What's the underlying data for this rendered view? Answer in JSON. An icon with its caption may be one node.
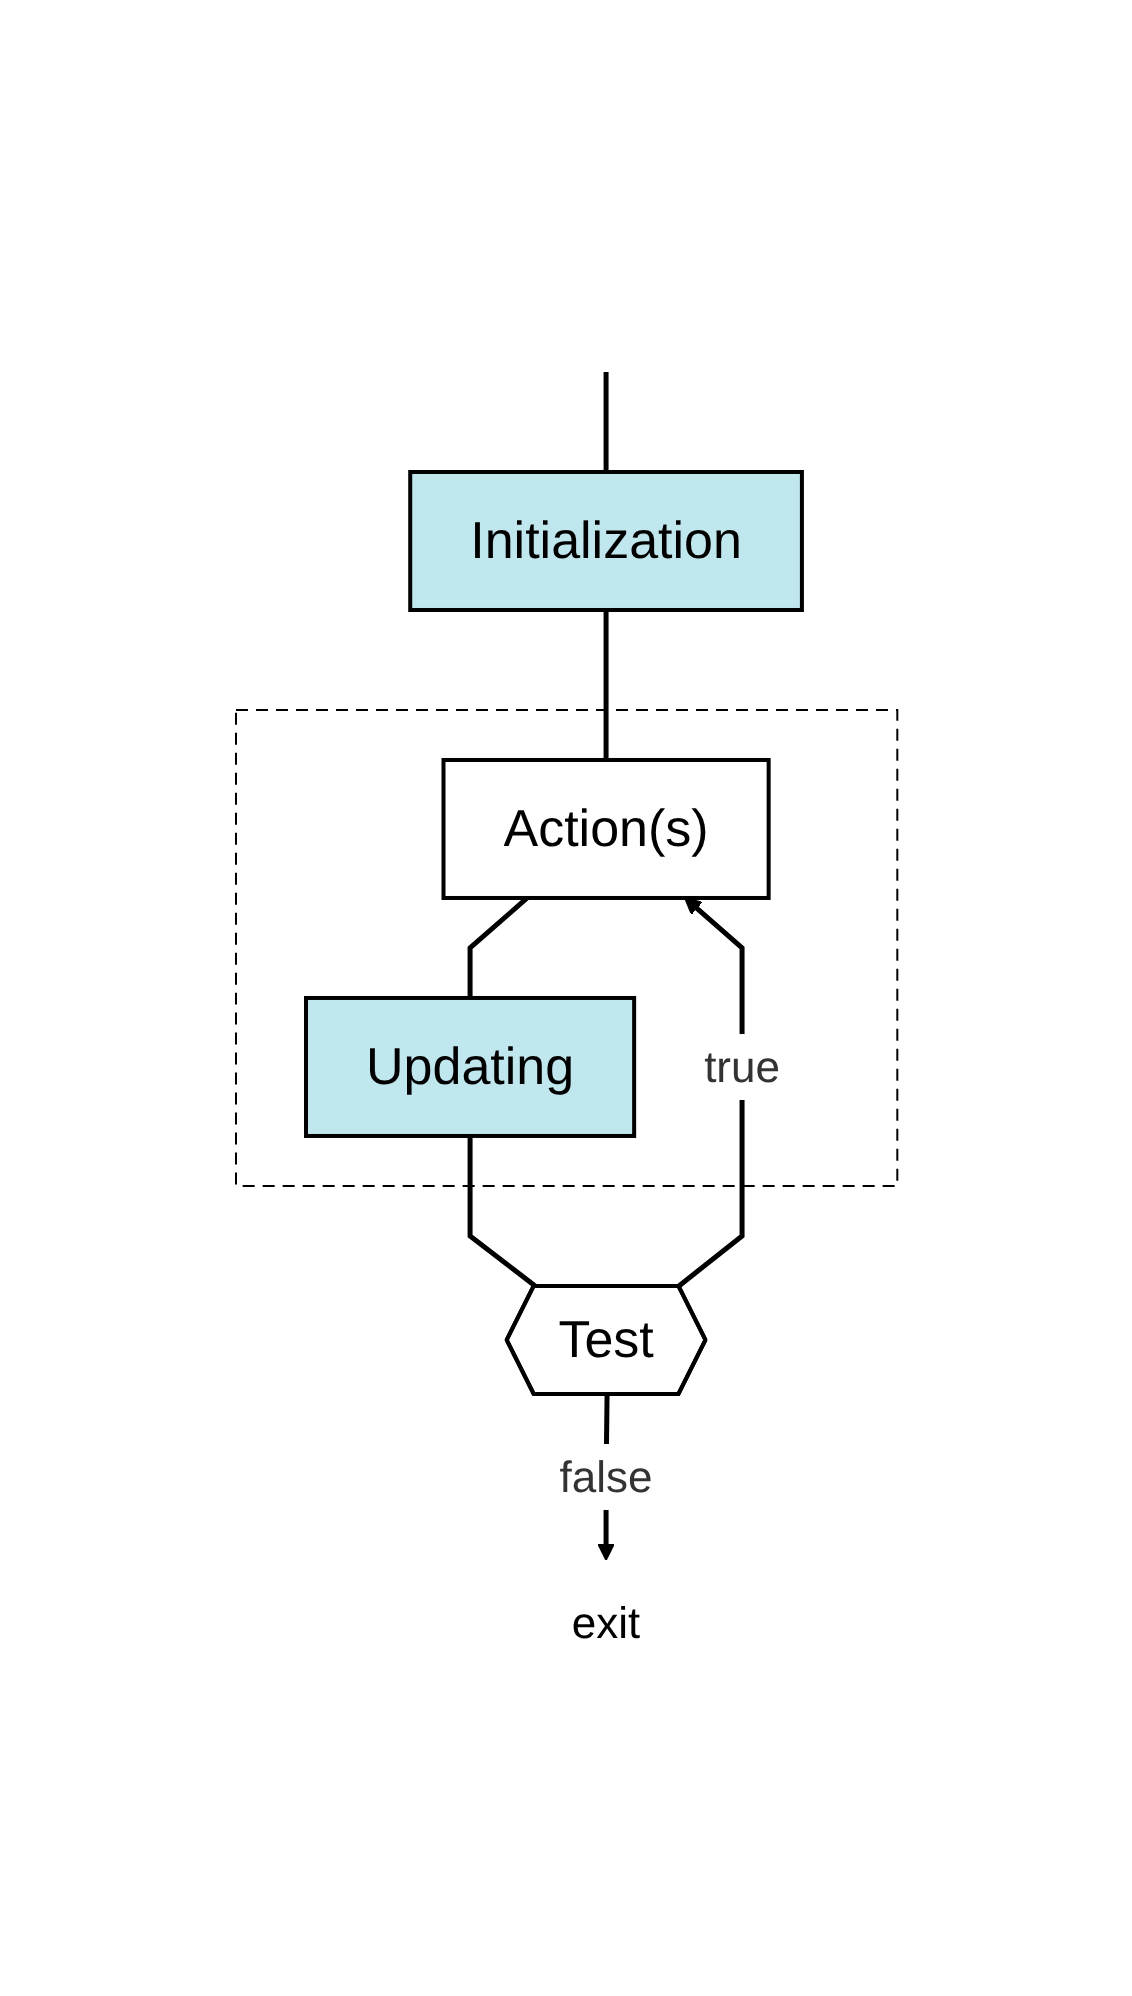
{
  "diagram": {
    "nodes": [
      {
        "text": [
          "Initialization"
        ]
      },
      {
        "text": [],
        "shape": "box"
      },
      {
        "text": [
          "Action(s)"
        ],
        "in": 1
      },
      {
        "text": [
          "Updating"
        ],
        "in": 1
      },
      {
        "text": [
          "Test"
        ]
      },
      {
        "text": [
          "exit"
        ]
      }
    ],
    "edges": [
      {
        "from": null,
        "to": 0,
        "arrow": "none"
      },
      {
        "from": 0,
        "to": 2,
        "arrow": "none"
      },
      {
        "from": 2,
        "to": 3,
        "arrow": "none"
      },
      {
        "from": 3,
        "to": 4,
        "arrow": "none"
      },
      {
        "from": 4,
        "to": 2,
        "arrow": "to",
        "label": "true"
      },
      {
        "from": 4,
        "to": 5,
        "arrow": "to",
        "label": "false"
      }
    ]
  }
}
